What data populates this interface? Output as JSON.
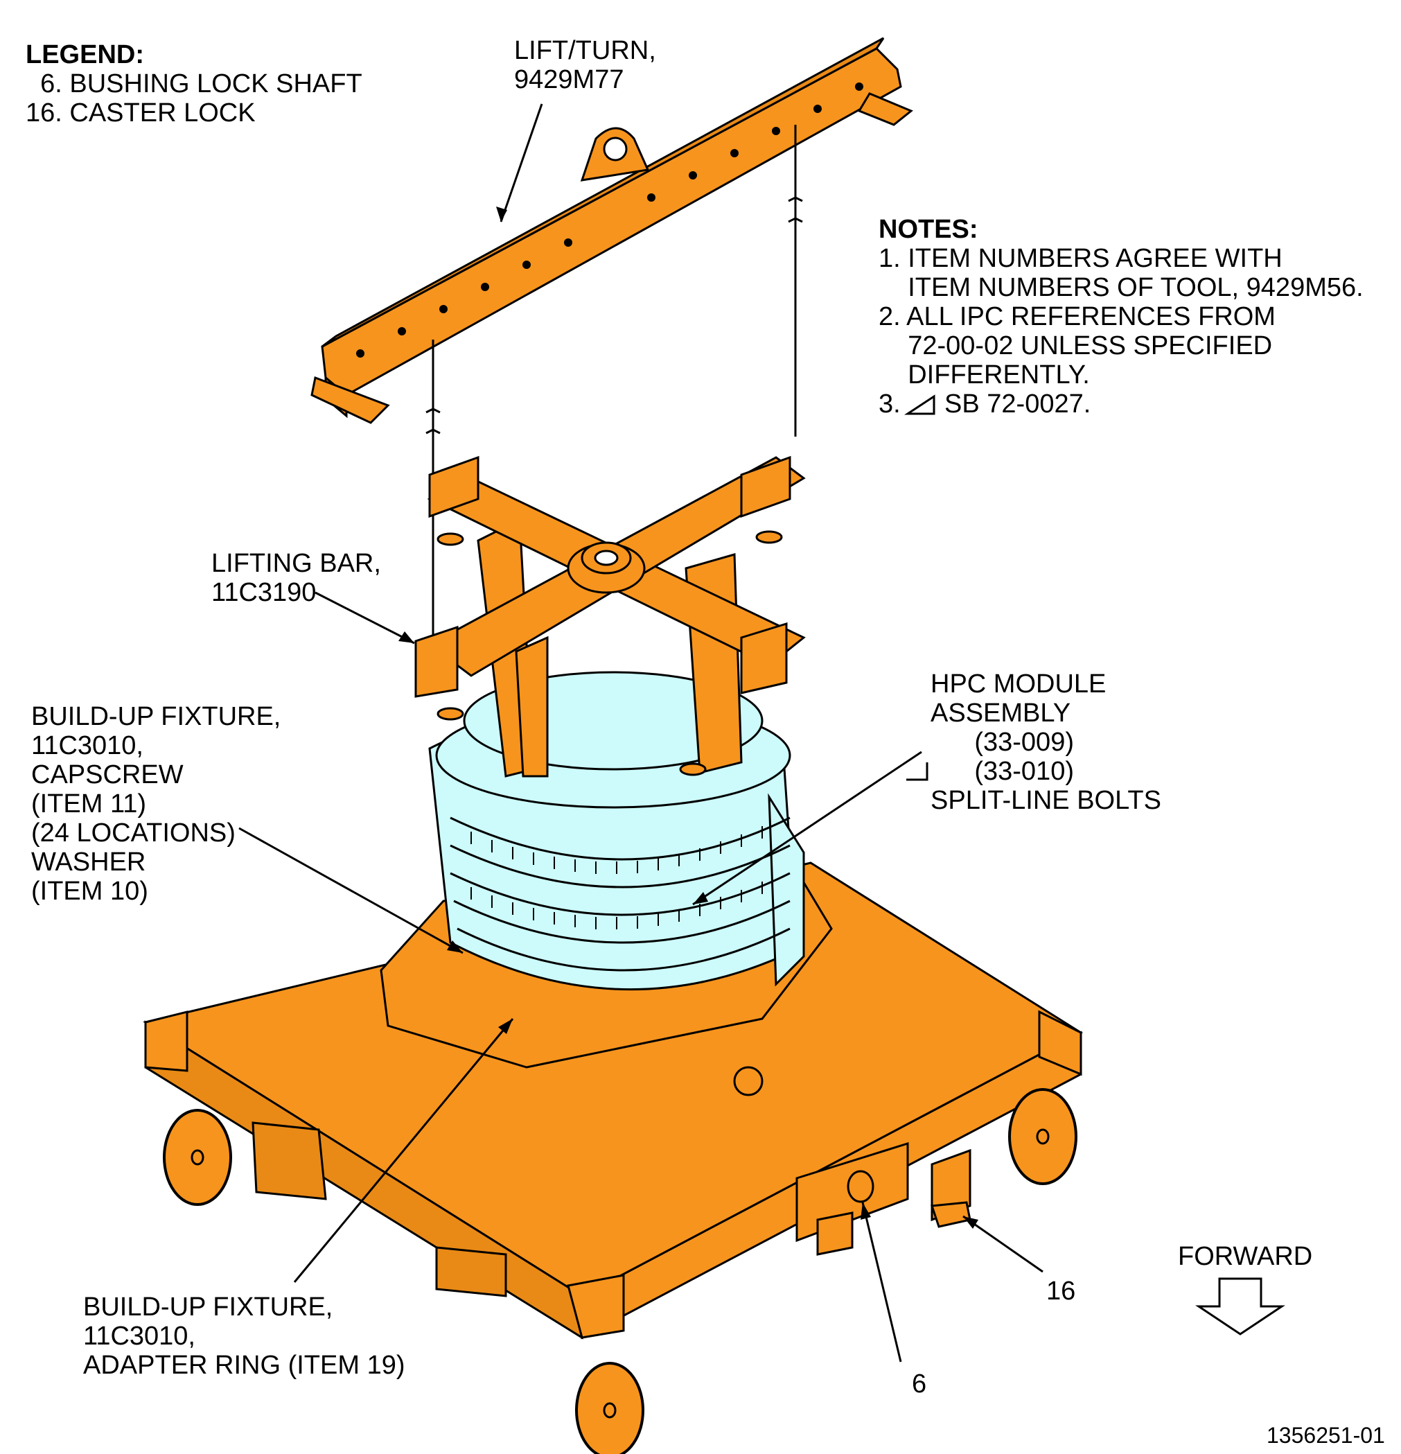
{
  "legend": {
    "title": "LEGEND:",
    "items": [
      "  6. BUSHING LOCK SHAFT",
      "16. CASTER LOCK"
    ]
  },
  "notes": {
    "title": "NOTES:",
    "lines": [
      "1. ITEM NUMBERS AGREE WITH",
      "    ITEM NUMBERS OF TOOL, 9429M56.",
      "2. ALL IPC REFERENCES FROM",
      "    72-00-02 UNLESS SPECIFIED",
      "    DIFFERENTLY.",
      "3.      SB 72-0027."
    ]
  },
  "callouts": {
    "lift_turn": "LIFT/TURN,\n9429M77",
    "lifting_bar": "LIFTING BAR,\n11C3190",
    "fixture_capscrew": "BUILD-UP FIXTURE,\n11C3010,\nCAPSCREW\n(ITEM 11)\n(24 LOCATIONS)\nWASHER\n(ITEM 10)",
    "hpc_module": "HPC MODULE\nASSEMBLY\n      (33-009)\n      (33-010)\nSPLIT-LINE BOLTS",
    "adapter_ring": "BUILD-UP FIXTURE,\n11C3010,\nADAPTER RING (ITEM 19)",
    "item_6": "6",
    "item_16": "16",
    "forward": "FORWARD"
  },
  "figure_id": "1356251-01",
  "colors": {
    "tooling": "#f7941d",
    "module": "#cdfafa",
    "ink": "#000000"
  }
}
